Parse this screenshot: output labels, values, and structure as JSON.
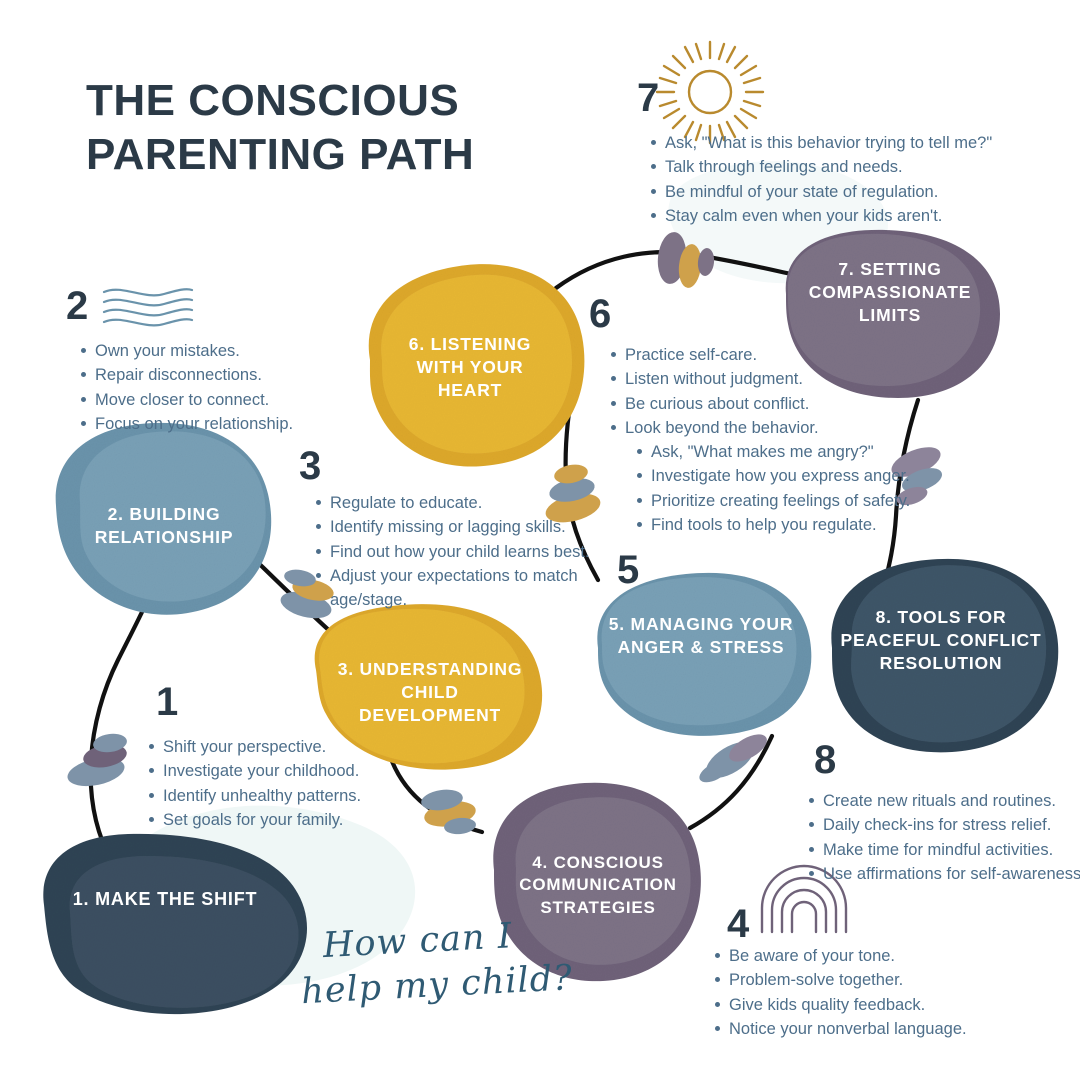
{
  "title": {
    "line1": "THE CONSCIOUS",
    "line2": "PARENTING PATH"
  },
  "script_note": {
    "line1": "How can I",
    "line2": "help my child?"
  },
  "colors": {
    "dark_navy": "#2b3a47",
    "slate_blue": "#6a93ab",
    "gold": "#dda82a",
    "purple": "#6f6279",
    "deep_navy": "#2f4454",
    "text_blue": "#4d6e8a",
    "pale_mint": "#eff7f6",
    "white": "#ffffff"
  },
  "steps": [
    {
      "number": "1",
      "blob_label": "1.   MAKE THE SHIFT",
      "blob_color": "#2f4454",
      "icon": null,
      "bullets": [
        "Shift your perspective.",
        "Investigate your childhood.",
        "Identify unhealthy patterns.",
        "Set goals for your family."
      ]
    },
    {
      "number": "2",
      "blob_label": "2. BUILDING RELATIONSHIP",
      "blob_color": "#6a93ab",
      "icon": "waves-icon",
      "bullets": [
        "Own your mistakes.",
        "Repair disconnections.",
        "Move closer to connect.",
        "Focus on your relationship."
      ]
    },
    {
      "number": "3",
      "blob_label": "3. UNDERSTANDING CHILD DEVELOPMENT",
      "blob_color": "#dda82a",
      "icon": null,
      "bullets": [
        "Regulate to educate.",
        "Identify missing or lagging skills.",
        "Find out how your child learns best.",
        "Adjust your expectations to match age/stage."
      ]
    },
    {
      "number": "4",
      "blob_label": "4.   CONSCIOUS COMMUNICATION STRATEGIES",
      "blob_color": "#6f6279",
      "icon": "rainbow-icon",
      "bullets": [
        "Be aware of your tone.",
        "Problem-solve together.",
        "Give kids quality feedback.",
        "Notice your nonverbal language."
      ]
    },
    {
      "number": "5",
      "blob_label": "5. MANAGING YOUR ANGER & STRESS",
      "blob_color": "#6a93ab",
      "icon": null,
      "bullets": [
        "Ask, \"What makes me angry?\"",
        "Investigate how you express anger.",
        "Prioritize creating feelings of safety.",
        "Find tools to help you regulate."
      ]
    },
    {
      "number": "6",
      "blob_label": "6. LISTENING WITH YOUR HEART",
      "blob_color": "#dda82a",
      "icon": null,
      "bullets": [
        "Practice self-care.",
        "Listen without judgment.",
        "Be curious about conflict.",
        "Look beyond the behavior."
      ]
    },
    {
      "number": "7",
      "blob_label": "7. SETTING COMPASSIONATE LIMITS",
      "blob_color": "#6f6279",
      "icon": "sun-icon",
      "bullets": [
        "Ask, \"What is this behavior trying to tell me?\"",
        "Talk through feelings and needs.",
        "Be mindful of your state of regulation.",
        "Stay calm even when your kids aren't."
      ]
    },
    {
      "number": "8",
      "blob_label": "8. TOOLS FOR PEACEFUL CONFLICT RESOLUTION",
      "blob_color": "#2f4454",
      "icon": null,
      "bullets": [
        "Create new rituals and routines.",
        "Daily check-ins for stress relief.",
        "Make time for mindful activities.",
        "Use affirmations for self-awareness."
      ]
    }
  ],
  "blob_labels": {
    "b1_l1": "1.   MAKE THE SHIFT",
    "b2_l1": "2. BUILDING",
    "b2_l2": "RELATIONSHIP",
    "b3_l1": "3. UNDERSTANDING",
    "b3_l2": "CHILD",
    "b3_l3": "DEVELOPMENT",
    "b4_l1": "4.   CONSCIOUS",
    "b4_l2": "COMMUNICATION",
    "b4_l3": "STRATEGIES",
    "b5_l1": "5. MANAGING YOUR",
    "b5_l2": "ANGER & STRESS",
    "b6_l1": "6. LISTENING",
    "b6_l2": "WITH YOUR",
    "b6_l3": "HEART",
    "b7_l1": "7. SETTING",
    "b7_l2": "COMPASSIONATE",
    "b7_l3": "LIMITS",
    "b8_l1": "8. TOOLS FOR",
    "b8_l2": "PEACEFUL CONFLICT",
    "b8_l3": "RESOLUTION"
  }
}
